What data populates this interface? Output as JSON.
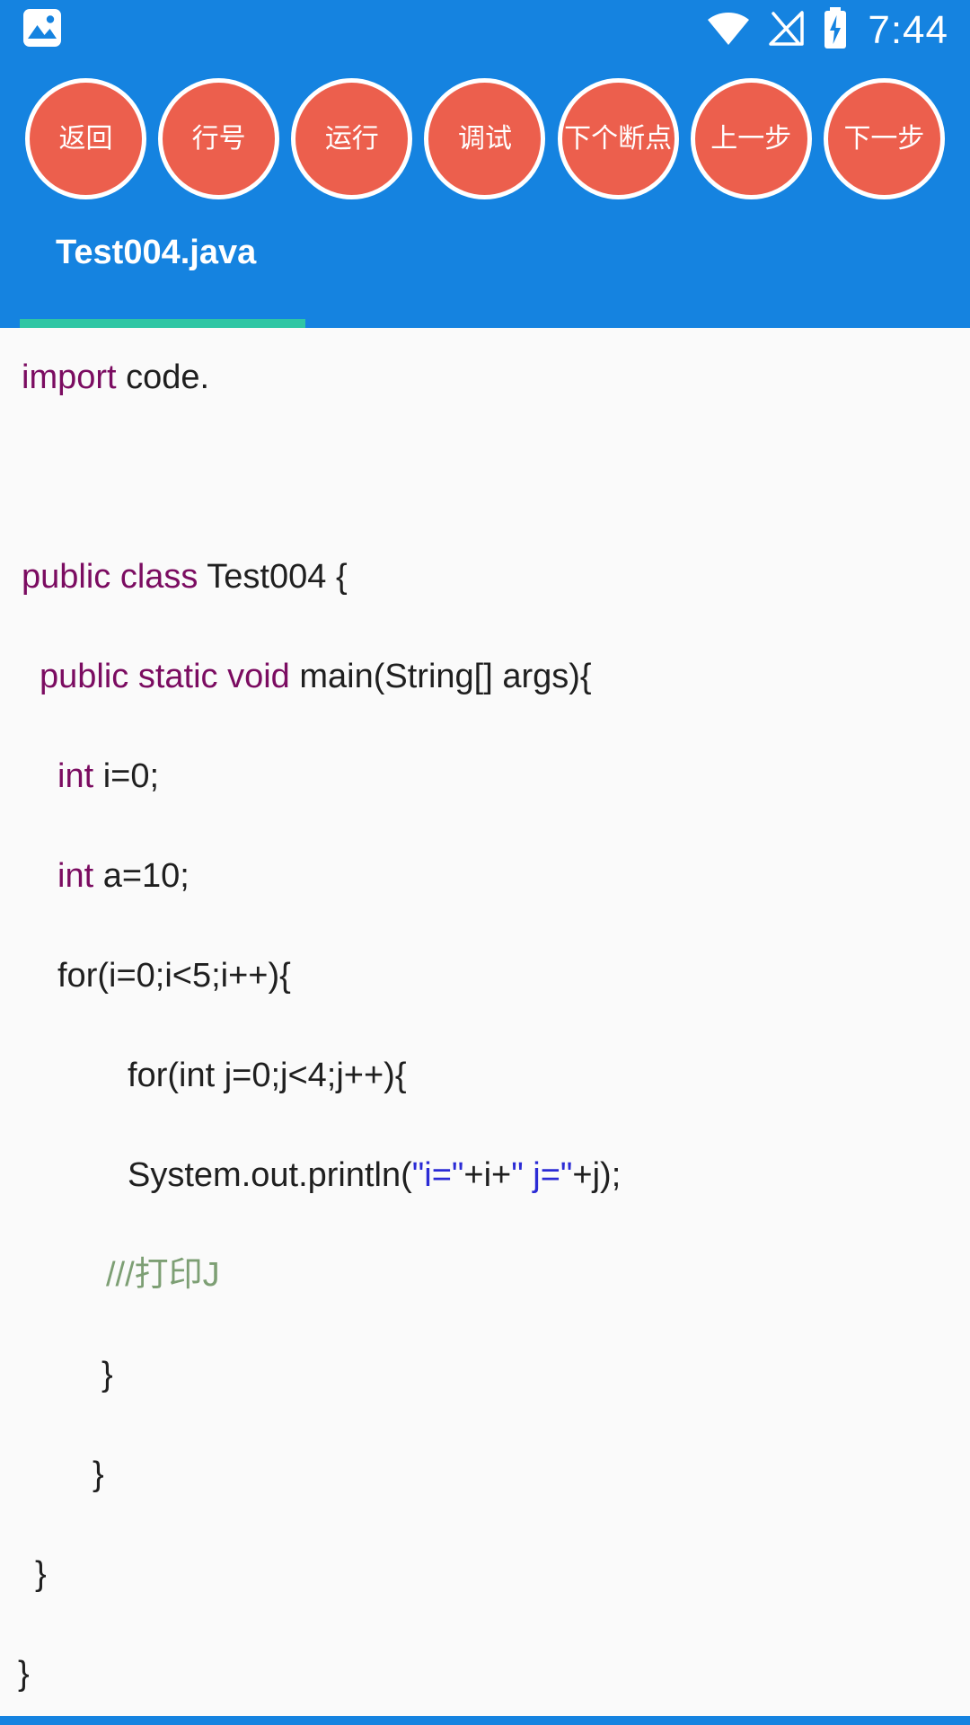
{
  "colors": {
    "header_blue": "#1583e0",
    "button_red": "#ec5f4d",
    "tab_indicator_teal": "#2fc6a4",
    "keyword_purple": "#7b0c61",
    "string_blue": "#2b2bd5",
    "comment_green": "#7d9f74",
    "code_background": "#fafafa"
  },
  "status_bar": {
    "time": "7:44",
    "icons": [
      "photos-notification-icon",
      "wifi-icon",
      "no-signal-icon",
      "battery-charging-icon"
    ]
  },
  "toolbar": {
    "buttons": [
      "返回",
      "行号",
      "运行",
      "调试",
      "下个断点",
      "上一步",
      "下一步"
    ]
  },
  "tab": {
    "label": "Test004.java"
  },
  "code": {
    "lines": [
      {
        "pad": 24,
        "segments": [
          {
            "t": "import",
            "c": "keyword"
          },
          {
            "t": " code.",
            "c": "plain"
          }
        ]
      },
      {
        "pad": 0,
        "segments": []
      },
      {
        "pad": 24,
        "segments": [
          {
            "t": "public class",
            "c": "keyword"
          },
          {
            "t": " Test004 {",
            "c": "plain"
          }
        ]
      },
      {
        "pad": 44,
        "segments": [
          {
            "t": "public static void",
            "c": "keyword"
          },
          {
            "t": " main(String[] args){",
            "c": "plain"
          }
        ]
      },
      {
        "pad": 64,
        "segments": [
          {
            "t": "int",
            "c": "keyword"
          },
          {
            "t": " i=0;",
            "c": "plain"
          }
        ]
      },
      {
        "pad": 64,
        "segments": [
          {
            "t": "int",
            "c": "keyword"
          },
          {
            "t": " a=10;",
            "c": "plain"
          }
        ]
      },
      {
        "pad": 64,
        "segments": [
          {
            "t": "for(i=0;i<5;i++){",
            "c": "plain"
          }
        ]
      },
      {
        "pad": 142,
        "segments": [
          {
            "t": "for(int j=0;j<4;j++){",
            "c": "plain"
          }
        ]
      },
      {
        "pad": 142,
        "segments": [
          {
            "t": "System.out.println(",
            "c": "plain"
          },
          {
            "t": "\"i=\"",
            "c": "string"
          },
          {
            "t": "+i+",
            "c": "plain"
          },
          {
            "t": "\" j=\"",
            "c": "string"
          },
          {
            "t": "+j);",
            "c": "plain"
          }
        ]
      },
      {
        "pad": 118,
        "segments": [
          {
            "t": "///打印J",
            "c": "comment"
          }
        ]
      },
      {
        "pad": 113,
        "segments": [
          {
            "t": "}",
            "c": "plain"
          }
        ]
      },
      {
        "pad": 103,
        "segments": [
          {
            "t": "}",
            "c": "plain"
          }
        ]
      },
      {
        "pad": 39,
        "segments": [
          {
            "t": "}",
            "c": "plain"
          }
        ]
      },
      {
        "pad": 20,
        "segments": [
          {
            "t": "}",
            "c": "plain"
          }
        ]
      }
    ]
  }
}
